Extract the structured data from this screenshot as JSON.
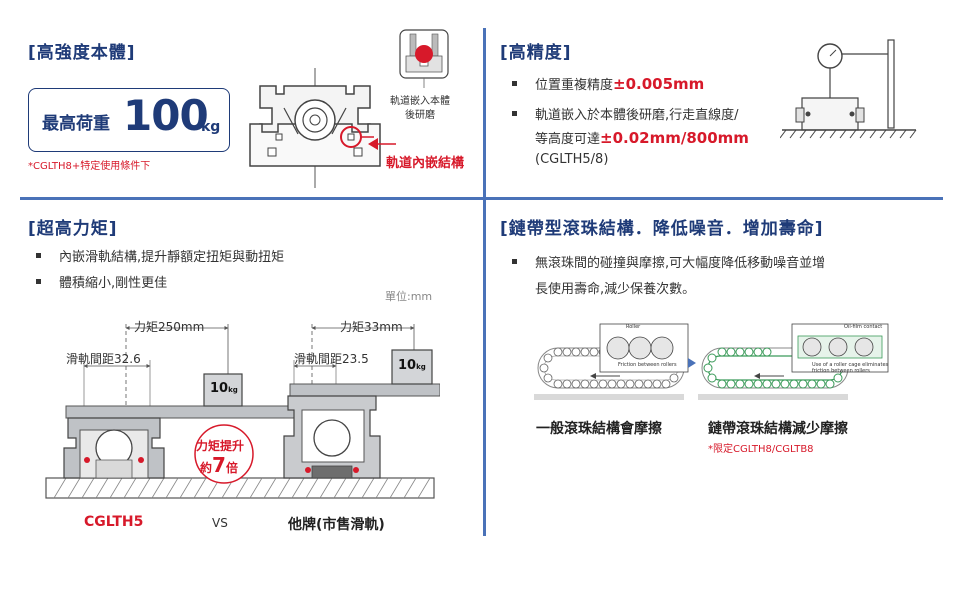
{
  "colors": {
    "accent_blue": "#1f3b78",
    "divider_blue": "#4a72b8",
    "highlight_red": "#d7192a",
    "steel_gray": "#bfc2c6",
    "dark_gray": "#6e6e6e"
  },
  "strength": {
    "title": "[高強度本體]",
    "box_label": "最高荷重",
    "box_value": "100",
    "box_unit": "kg",
    "note": "*CGLTH8+特定使用條件下",
    "callout": "軌道嵌入本體\n後研磨",
    "callout_line1": "軌道嵌入本體",
    "callout_line2": "後研磨",
    "embed_label": "軌道內嵌結構"
  },
  "precision": {
    "title": "[高精度]",
    "b1_prefix": "位置重複精度",
    "b1_value": "±0.005mm",
    "b2_line1": "軌道嵌入於本體後研磨,行走直線度/",
    "b2_prefix": "等高度可達",
    "b2_value": "±0.02mm/800mm",
    "b2_line3": "(CGLTH5/8)"
  },
  "torque": {
    "title": "[超高力矩]",
    "bullets": [
      "內嵌滑軌結構,提升靜額定扭矩與動扭矩",
      "體積縮小,剛性更佳"
    ],
    "unit_note": "單位:mm",
    "left_torque": "力矩250mm",
    "left_pitch": "滑軌間距32.6",
    "right_torque": "力矩33mm",
    "right_pitch": "滑軌間距23.5",
    "weight_value": "10",
    "weight_unit": "kg",
    "badge_line1": "力矩提升",
    "badge_prefix": "約",
    "badge_value": "7",
    "badge_suffix": "倍",
    "left_name": "CGLTH5",
    "vs": "VS",
    "right_name": "他牌(市售滑軌)"
  },
  "chain": {
    "title": "[鏈帶型滾珠結構．降低噪音．增加壽命]",
    "bullet_line1": "無滾珠間的碰撞與摩擦,可大幅度降低移動噪音並增",
    "bullet_line2": "長使用壽命,減少保養次數。",
    "left_inset_title": "Roller",
    "left_inset_caption": "Friction between rollers",
    "right_inset_title": "Oil-film contact",
    "right_inset_caption": "Use of a roller cage eliminates friction between rollers",
    "left_caption": "一般滾珠結構會摩擦",
    "right_caption": "鏈帶滾珠結構減少摩擦",
    "right_note": "*限定CGLTH8/CGLTB8"
  }
}
